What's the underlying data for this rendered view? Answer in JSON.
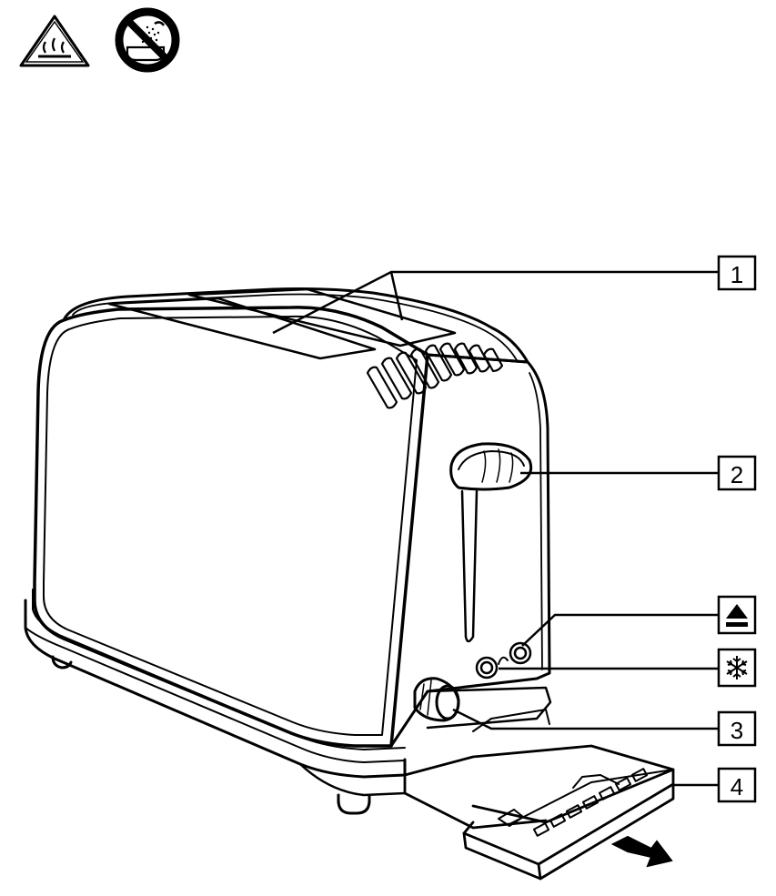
{
  "warning_icons": [
    {
      "name": "hot-surface-warning-icon"
    },
    {
      "name": "no-bath-water-icon"
    }
  ],
  "callouts": {
    "lids": "1",
    "lever": "2",
    "browning_control": "3",
    "crumb_tray": "4",
    "cancel_button_icon": "eject-icon",
    "cancel_button_glyph": "⏏",
    "frozen_button_icon": "snowflake-icon",
    "frozen_button_glyph": "❄"
  }
}
